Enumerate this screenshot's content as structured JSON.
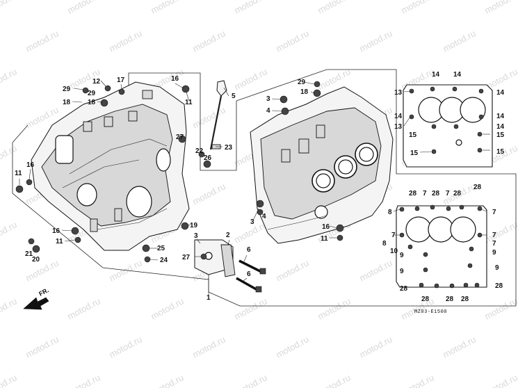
{
  "watermark": {
    "text": "motod.ru"
  },
  "diagram_code": "MZ03-E1500",
  "direction_label": "FR.",
  "callouts": {
    "c1": "1",
    "c2": "2",
    "c3": "3",
    "c4": "4",
    "c5": "5",
    "c6": "6",
    "c7": "7",
    "c8": "8",
    "c9": "9",
    "c10": "10",
    "c11": "11",
    "c12": "12",
    "c13": "13",
    "c14": "14",
    "c15": "15",
    "c16": "16",
    "c17": "17",
    "c18": "18",
    "c19": "19",
    "c20": "20",
    "c21": "21",
    "c22": "22",
    "c23": "23",
    "c24": "24",
    "c25": "25",
    "c26": "26",
    "c27": "27",
    "c28": "28",
    "c29": "29"
  },
  "colors": {
    "line": "#111111",
    "watermark": "#b9b9b9",
    "background": "#ffffff"
  }
}
